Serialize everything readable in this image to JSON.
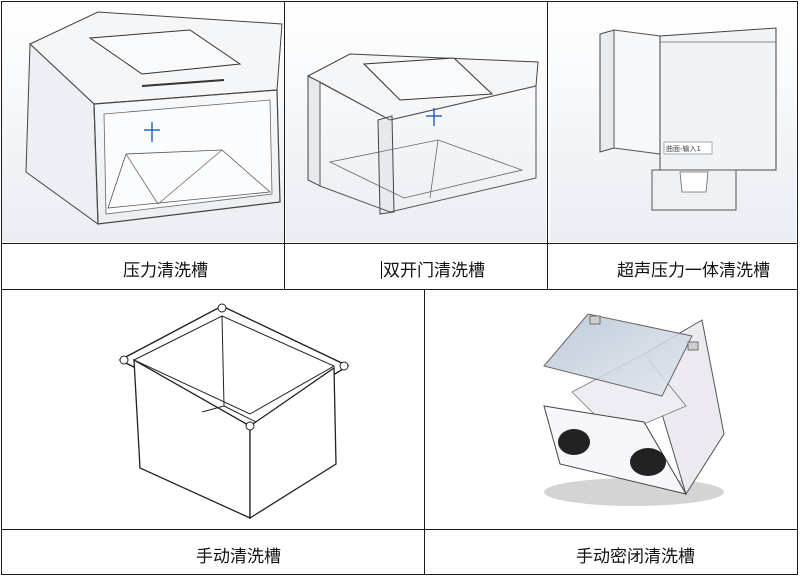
{
  "table": {
    "row1": [
      {
        "caption": "压力清洗槽"
      },
      {
        "caption": "双开门清洗槽"
      },
      {
        "caption": "超声压力一体清洗槽"
      }
    ],
    "row2": [
      {
        "caption": "手动清洗槽"
      },
      {
        "caption": "手动密闭清洗槽"
      }
    ],
    "annotation": "曲面-输入1"
  }
}
